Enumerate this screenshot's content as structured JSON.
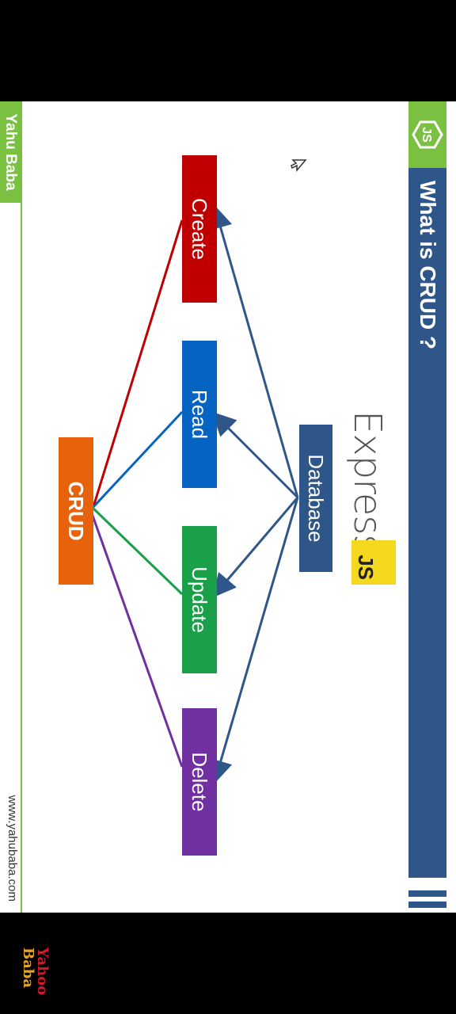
{
  "slide": {
    "title": "What is CRUD ?",
    "express": "Express",
    "js_badge": "JS",
    "boxes": {
      "database": "Database",
      "create": "Create",
      "read": "Read",
      "update": "Update",
      "delete": "Delete",
      "crud": "CRUD"
    },
    "side_tag": "Yahu Baba",
    "url": "www.yahubaba.com"
  },
  "watermark": {
    "line1": "Yahoo",
    "line2": "Baba"
  },
  "colors": {
    "title_bar": "#2f5689",
    "logo_green": "#7ac142",
    "database": "#2f5689",
    "create": "#c00000",
    "read": "#0563c1",
    "update": "#1aa048",
    "delete": "#7030a0",
    "crud": "#e8620c",
    "js_yellow": "#f5d820"
  },
  "icons": {
    "logo": "nodejs-hexagon-icon",
    "cursor": "mouse-pointer-icon"
  }
}
